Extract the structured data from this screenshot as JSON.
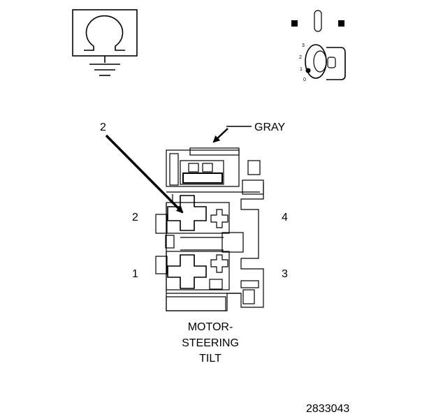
{
  "diagram": {
    "callout_number": "2",
    "wire_color": "GRAY",
    "pin_labels": {
      "top_left": "2",
      "top_right": "4",
      "bottom_left": "1",
      "bottom_right": "3"
    },
    "caption_lines": [
      "MOTOR-",
      "STEERING",
      "TILT"
    ],
    "figure_id": "2833043",
    "key_positions": [
      "3",
      "2",
      "1",
      "0"
    ]
  }
}
